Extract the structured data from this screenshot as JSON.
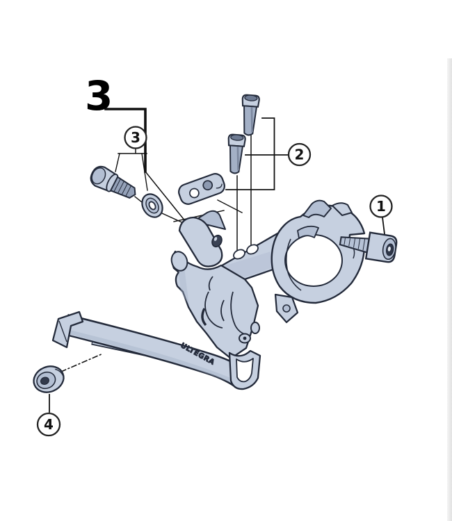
{
  "figure": {
    "big_label": "3",
    "callouts": [
      {
        "number": "1"
      },
      {
        "number": "2"
      },
      {
        "number": "3"
      },
      {
        "number": "4"
      }
    ],
    "engraving": "ULTEGRA",
    "colors": {
      "background": "#ffffff",
      "part_fill": "#c6d0e0",
      "part_fill_dark": "#a8b5ca",
      "outline": "#232a3a",
      "leader_line": "#101010"
    }
  }
}
